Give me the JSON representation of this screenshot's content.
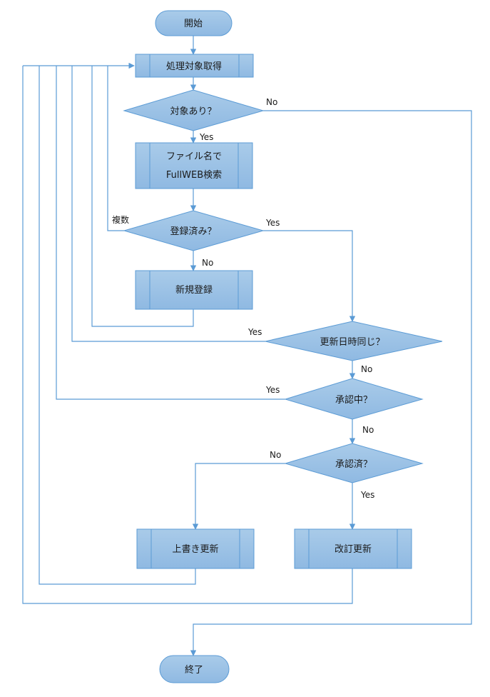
{
  "nodes": {
    "start": "開始",
    "fetch": "処理対象取得",
    "has_target": "対象あり？",
    "search_line1": "ファイル名で",
    "search_line2": "FullWEB検索",
    "registered": "登録済み？",
    "new_register": "新規登録",
    "same_date": "更新日時同じ？",
    "approving": "承認中？",
    "approved": "承認済？",
    "overwrite": "上書き更新",
    "revise": "改訂更新",
    "end": "終了"
  },
  "edges": {
    "no": "No",
    "yes": "Yes",
    "multiple": "複数"
  },
  "colors": {
    "fill": "#9dc3e6",
    "stroke": "#5b9bd5",
    "line": "#5b9bd5"
  }
}
